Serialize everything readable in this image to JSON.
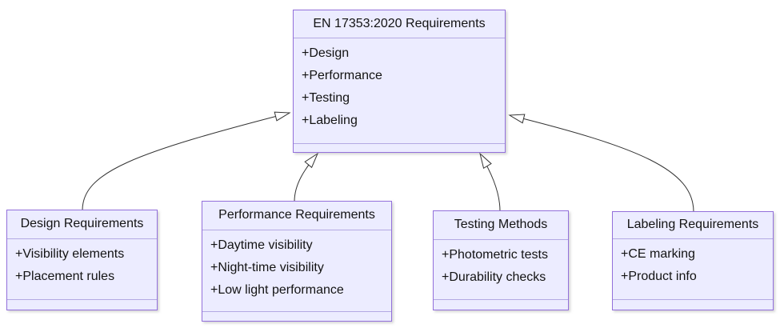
{
  "diagram": {
    "kind": "uml-class-diagram",
    "classes": [
      {
        "id": "main",
        "title": "EN 17353:2020 Requirements",
        "attributes": [
          "+Design",
          "+Performance",
          "+Testing",
          "+Labeling"
        ]
      },
      {
        "id": "design",
        "title": "Design Requirements",
        "attributes": [
          "+Visibility elements",
          "+Placement rules"
        ]
      },
      {
        "id": "performance",
        "title": "Performance Requirements",
        "attributes": [
          "+Daytime visibility",
          "+Night-time visibility",
          "+Low light performance"
        ]
      },
      {
        "id": "testing",
        "title": "Testing Methods",
        "attributes": [
          "+Photometric tests",
          "+Durability checks"
        ]
      },
      {
        "id": "labeling",
        "title": "Labeling Requirements",
        "attributes": [
          "+CE marking",
          "+Product info"
        ]
      }
    ],
    "relations": [
      {
        "from": "Design Requirements",
        "to": "EN 17353:2020 Requirements",
        "type": "inheritance"
      },
      {
        "from": "Performance Requirements",
        "to": "EN 17353:2020 Requirements",
        "type": "inheritance"
      },
      {
        "from": "Testing Methods",
        "to": "EN 17353:2020 Requirements",
        "type": "inheritance"
      },
      {
        "from": "Labeling Requirements",
        "to": "EN 17353:2020 Requirements",
        "type": "inheritance"
      }
    ],
    "colors": {
      "box_fill": "#ECECFF",
      "box_border": "#9370DB",
      "compartment_divider": "#b3a9e3",
      "arrow_line": "#333333",
      "arrowhead_fill": "#ffffff",
      "text": "#131313",
      "background": "#ffffff"
    }
  }
}
